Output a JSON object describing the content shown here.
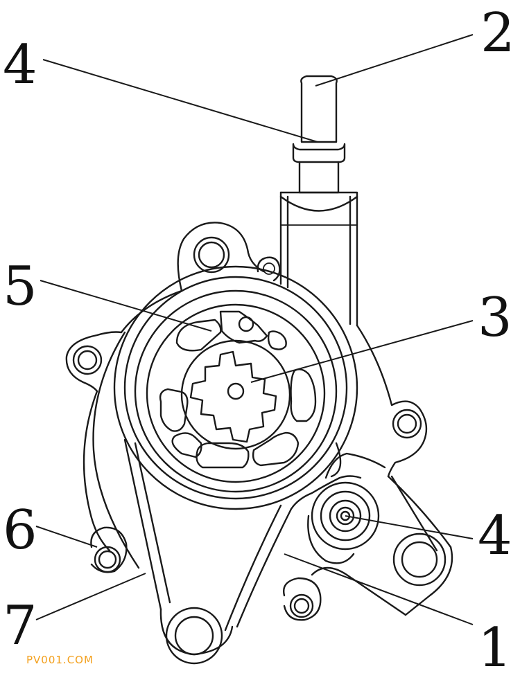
{
  "callouts": [
    {
      "id": "label-4-top",
      "text": "4"
    },
    {
      "id": "label-2",
      "text": "2"
    },
    {
      "id": "label-5",
      "text": "5"
    },
    {
      "id": "label-3",
      "text": "3"
    },
    {
      "id": "label-6",
      "text": "6"
    },
    {
      "id": "label-4-right",
      "text": "4"
    },
    {
      "id": "label-7",
      "text": "7"
    },
    {
      "id": "label-1",
      "text": "1"
    }
  ],
  "watermark": "PV001.COM",
  "colors": {
    "line": "#1a1a1a",
    "watermark": "#f3a01d",
    "background": "#ffffff"
  }
}
